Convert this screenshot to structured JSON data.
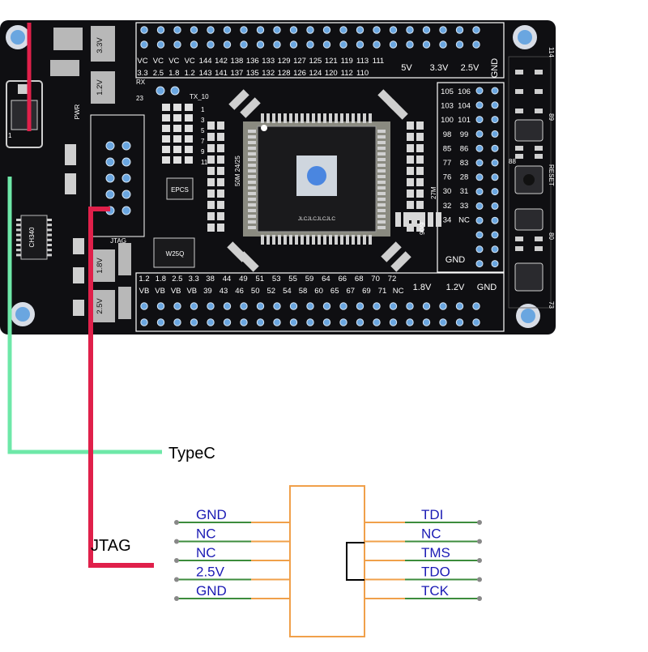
{
  "board": {
    "chip_marking": "JLCJLCJLCJLC",
    "top_header_row1": [
      "VC",
      "VC",
      "VC",
      "VC",
      "144",
      "142",
      "138",
      "136",
      "133",
      "129",
      "127",
      "125",
      "121",
      "119",
      "113",
      "111"
    ],
    "top_header_row2": [
      "3.3",
      "2.5",
      "1.8",
      "1.2",
      "143",
      "141",
      "137",
      "135",
      "132",
      "128",
      "126",
      "124",
      "120",
      "112",
      "110"
    ],
    "top_rails": [
      "5V",
      "3.3V",
      "2.5V",
      "GND"
    ],
    "bottom_header_row1": [
      "1.2",
      "1.8",
      "2.5",
      "3.3",
      "38",
      "44",
      "49",
      "51",
      "53",
      "55",
      "59",
      "64",
      "66",
      "68",
      "70",
      "72"
    ],
    "bottom_header_row2": [
      "VB",
      "VB",
      "VB",
      "VB",
      "39",
      "43",
      "46",
      "50",
      "52",
      "54",
      "58",
      "60",
      "65",
      "67",
      "69",
      "71",
      "NC"
    ],
    "bottom_rails": [
      "1.8V",
      "1.2V",
      "GND"
    ],
    "right_header_col1": [
      "105",
      "103",
      "100",
      "98",
      "85",
      "77",
      "76",
      "30",
      "32",
      "34"
    ],
    "right_header_col2": [
      "106",
      "104",
      "101",
      "99",
      "86",
      "83",
      "28",
      "31",
      "33",
      "NC"
    ],
    "right_gnd": "GND",
    "left_labels": {
      "rx": "RX",
      "rx_num": "23",
      "tx": "TX_10",
      "pwr": "PWR",
      "epcs": "EPCS",
      "w25q": "W25Q",
      "ch340": "CH340",
      "jtag": "JTAG",
      "osc": "50M 24/25",
      "osc2": "90/9",
      "osc3": "27M",
      "reg_33": "3.3V",
      "reg_12": "1.2V",
      "reg_18": "1.8V",
      "reg_25": "2.5V",
      "one": "1"
    },
    "jtag_pin_numbers": [
      "1",
      "3",
      "5",
      "7",
      "9",
      "11"
    ],
    "right_labels": {
      "reset": "RESET",
      "n114": "114",
      "n89": "89",
      "n88": "88",
      "n80": "80",
      "n73": "73"
    }
  },
  "callouts": {
    "typec": "TypeC",
    "jtag": "JTAG"
  },
  "jtag_connector": {
    "left_pins": [
      "GND",
      "NC",
      "NC",
      "2.5V",
      "GND"
    ],
    "right_pins": [
      "TDI",
      "NC",
      "TMS",
      "TDO",
      "TCK"
    ]
  },
  "colors": {
    "pcb": "#0f0f12",
    "typec_line": "#6ee8a8",
    "jtag_line": "#e0204a",
    "connector_outline": "#f0a04a",
    "pin_label": "#1a1ab4",
    "pin_line": "#3c8c3c",
    "pad": "#6aa6e0"
  }
}
